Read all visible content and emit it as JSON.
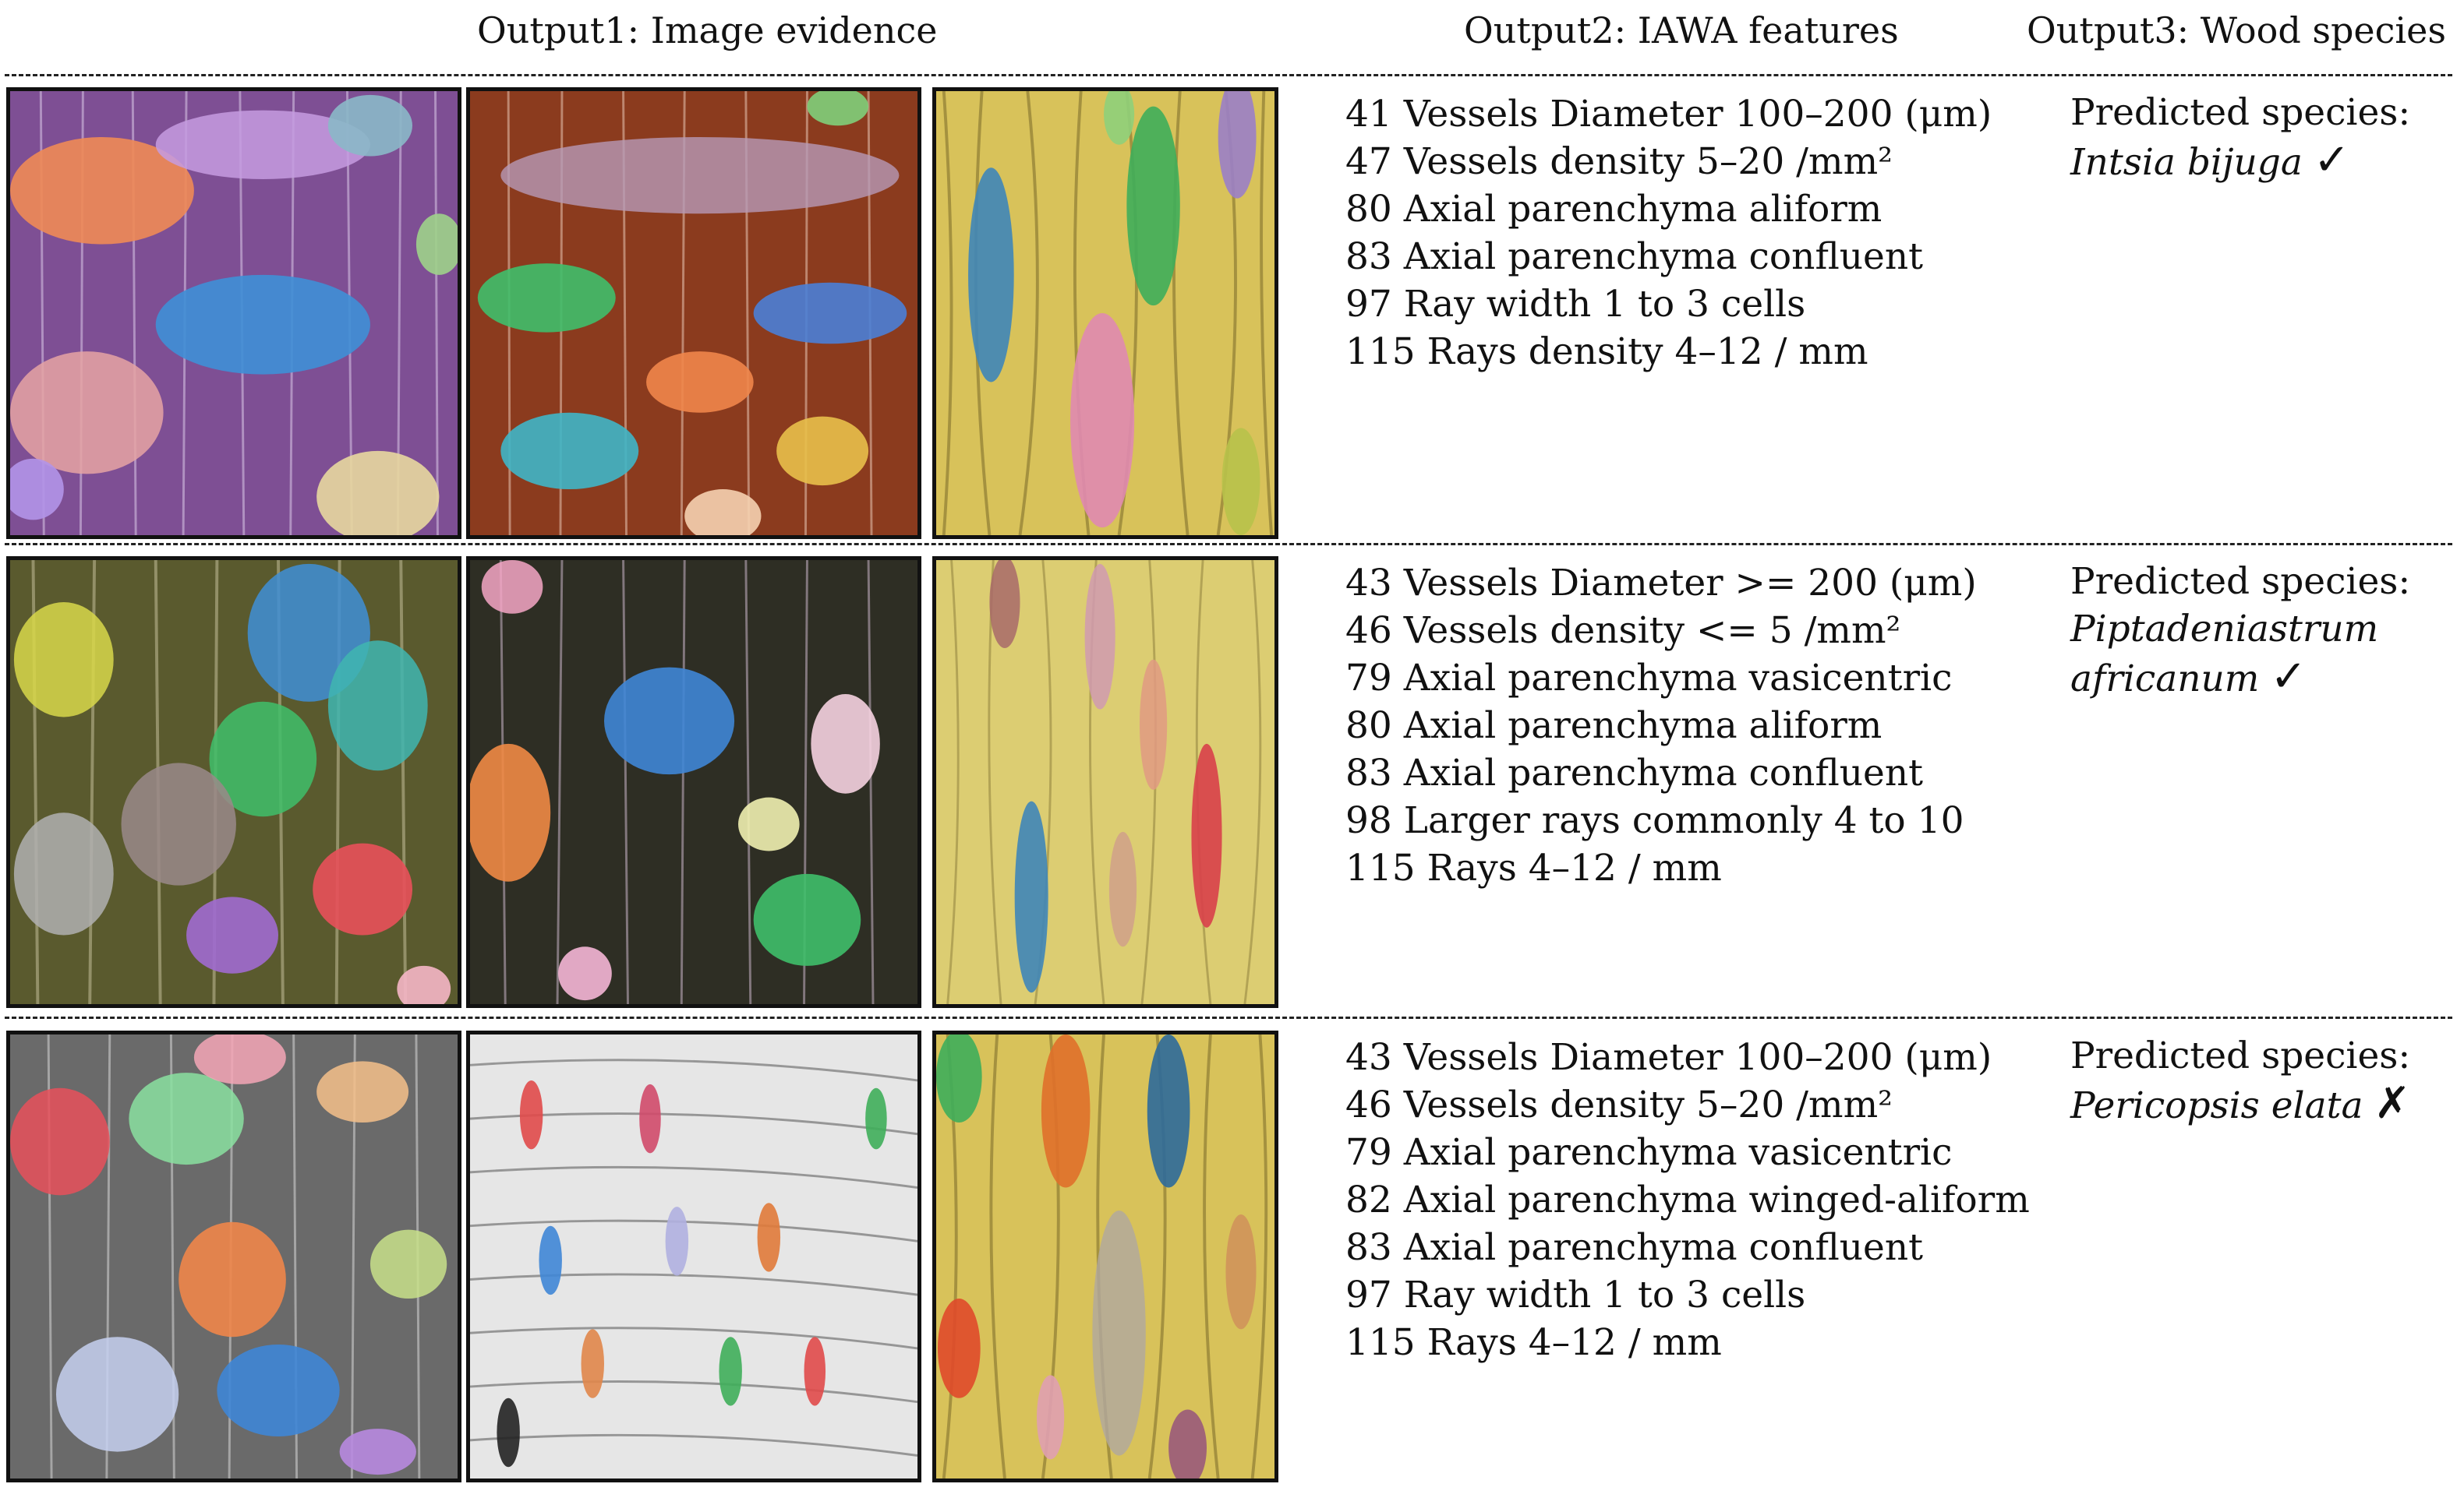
{
  "headers": {
    "output1": "Output1: Image evidence",
    "output2": "Output2: IAWA features",
    "output3": "Output3: Wood species"
  },
  "rows": [
    {
      "features": [
        "41 Vessels Diameter 100–200 (μm)",
        "47 Vessels density 5–20 /mm²",
        "80 Axial parenchyma aliform",
        "83 Axial parenchyma confluent",
        "97 Ray width 1 to 3 cells",
        "115 Rays density 4–12 / mm"
      ],
      "species_label": "Predicted species:",
      "species_name": "Intsia bijuga",
      "correct": true,
      "mark": "✓"
    },
    {
      "features": [
        "43 Vessels Diameter >= 200 (μm)",
        "46 Vessels density <= 5 /mm²",
        "79 Axial parenchyma vasicentric",
        "80 Axial parenchyma aliform",
        "83 Axial parenchyma confluent",
        "98 Larger rays commonly 4 to 10",
        "115 Rays 4–12 / mm"
      ],
      "species_label": "Predicted species:",
      "species_name_lines": [
        "Piptadeniastrum",
        "africanum"
      ],
      "correct": true,
      "mark": "✓"
    },
    {
      "features": [
        "43 Vessels Diameter 100–200 (μm)",
        "46 Vessels density 5–20 /mm²",
        "79 Axial parenchyma vasicentric",
        "82 Axial parenchyma winged-aliform",
        "83 Axial parenchyma confluent",
        "97 Ray width 1 to 3 cells",
        "115 Rays 4–12 / mm"
      ],
      "species_label": "Predicted species:",
      "species_name": "Pericopsis elata",
      "correct": false,
      "mark": "✗"
    }
  ],
  "colors": {
    "row1_bg1": "#8a5a9e",
    "row1_bg2": "#8b3b1e",
    "tangential_bg": "#d8c25a",
    "row2_bg1": "#5a5a2e",
    "row2_bg2": "#2e2e24",
    "row3_bg1": "#6e6e6e",
    "row3_bg2": "#e6e6e6"
  }
}
